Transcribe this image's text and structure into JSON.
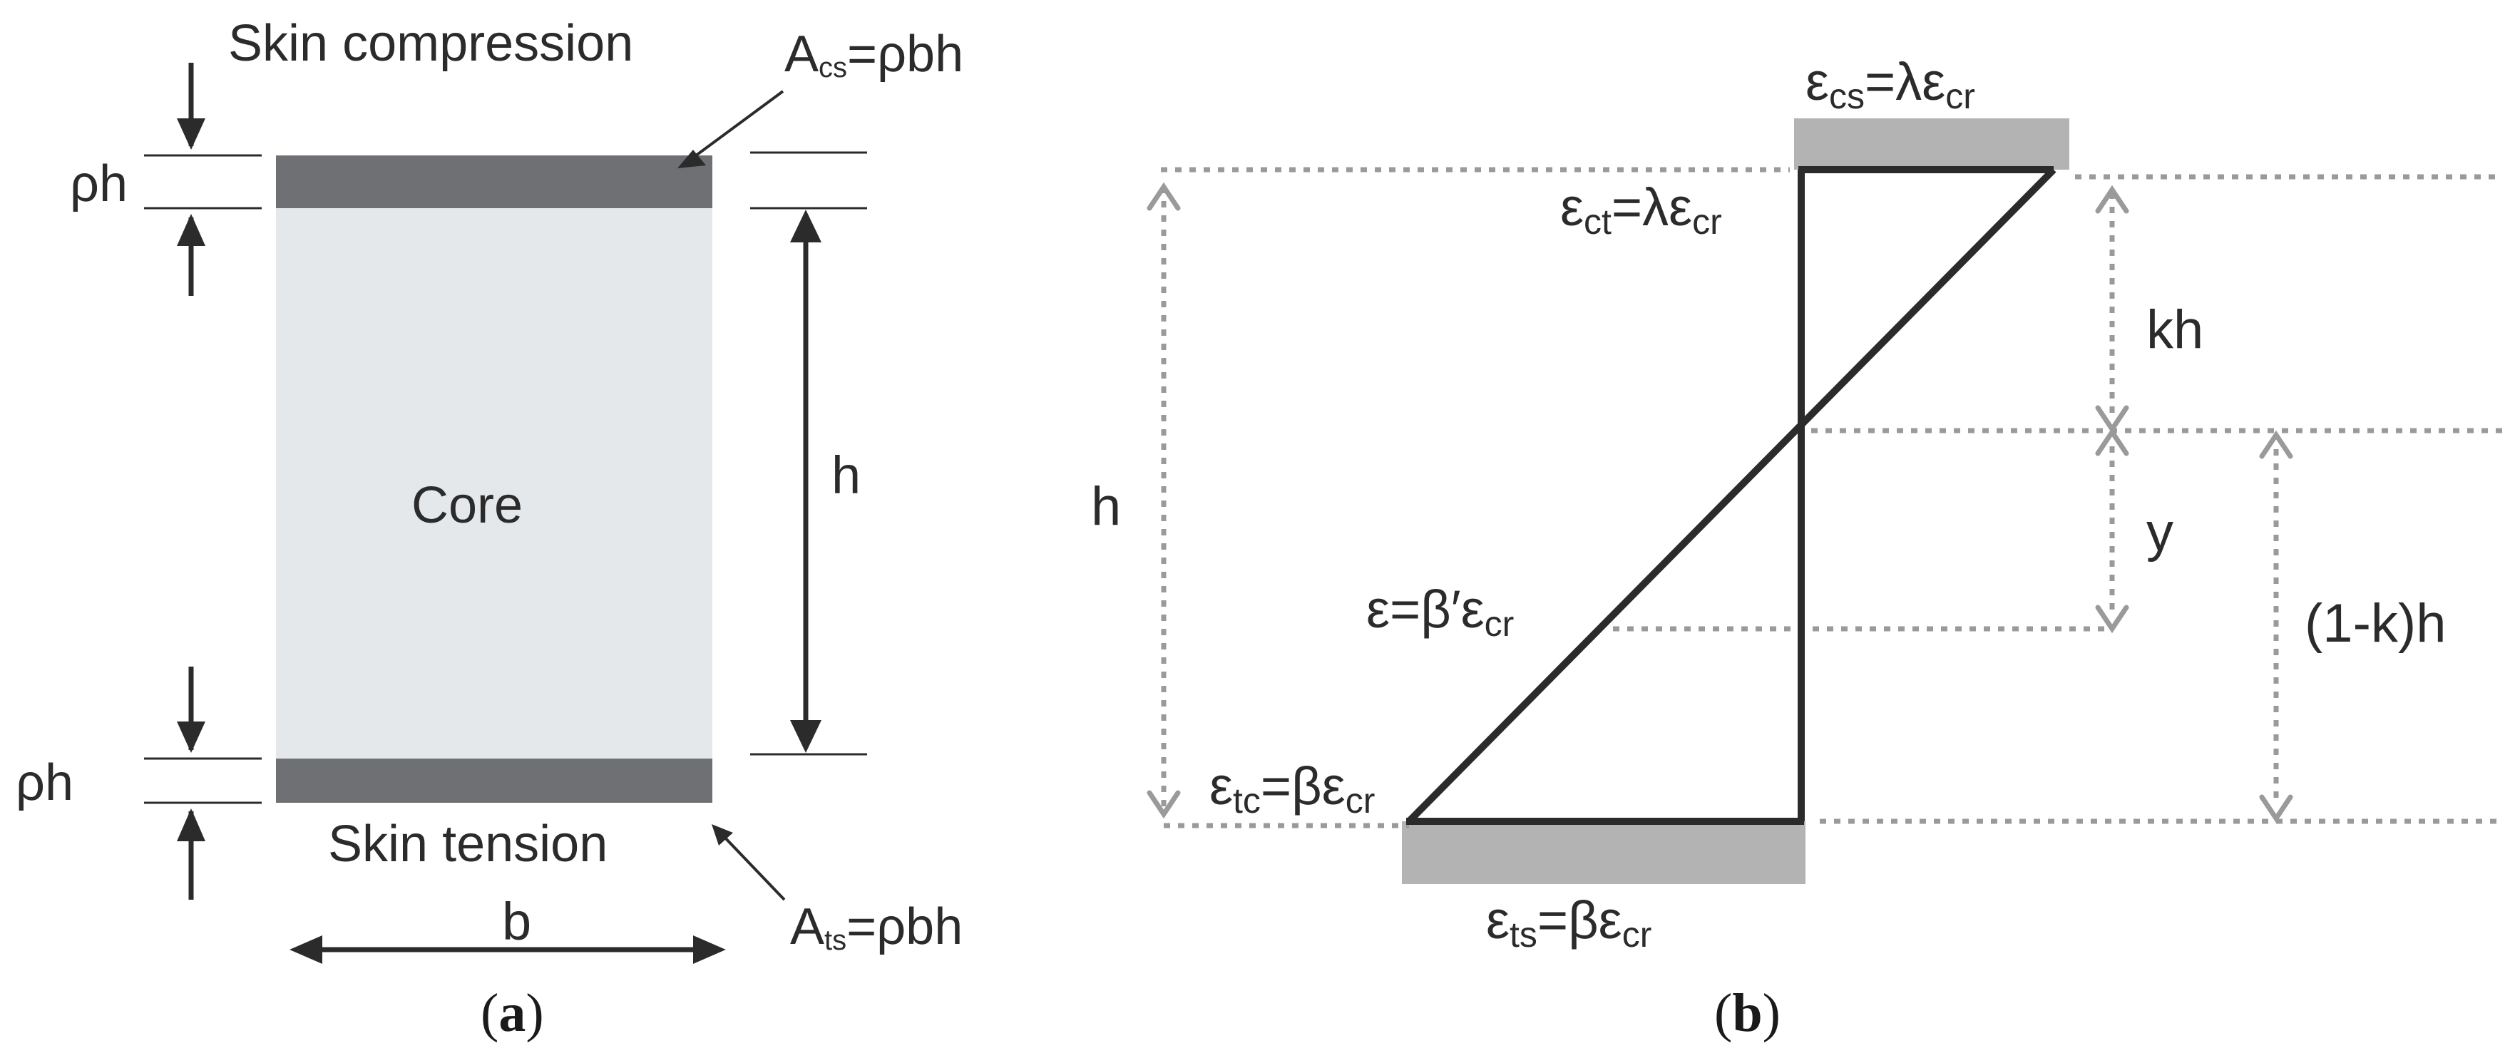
{
  "panel_a": {
    "skin_compression_label": "Skin compression",
    "skin_tension_label": "Skin tension",
    "core_label": "Core",
    "thickness_top_label": "ρh",
    "thickness_bottom_label": "ρh",
    "height_label": "h",
    "width_label": "b",
    "area_cs": {
      "prefix": "A",
      "sub": "cs",
      "suffix": "=ρbh"
    },
    "area_ts": {
      "prefix": "A",
      "sub": "ts",
      "suffix": "=ρbh"
    },
    "caption": {
      "open": "(",
      "letter": "a",
      "close": ")"
    },
    "colors": {
      "skin": "#6e7073",
      "core": "#e5e8eb"
    }
  },
  "panel_b": {
    "eps_cs": {
      "a": "ε",
      "a_sub": "cs",
      "mid": "=λε",
      "b_sub": "cr"
    },
    "eps_ct": {
      "a": "ε",
      "a_sub": "ct",
      "mid": "=λε",
      "b_sub": "cr"
    },
    "eps_y": {
      "a": "ε",
      "mid": "=β′ε",
      "b_sub": "cr"
    },
    "eps_tc": {
      "a": "ε",
      "a_sub": "tc",
      "mid": "=βε",
      "b_sub": "cr"
    },
    "eps_ts": {
      "a": "ε",
      "a_sub": "ts",
      "mid": "=βε",
      "b_sub": "cr"
    },
    "kh_label": "kh",
    "y_label": "y",
    "h_label": "h",
    "one_minus_k_label": "(1-k)h",
    "caption": {
      "open": "(",
      "letter": "b",
      "close": ")"
    },
    "colors": {
      "bar": "#b3b3b3",
      "line": "#2b2b2b",
      "dotted": "#9a9a9a"
    }
  }
}
